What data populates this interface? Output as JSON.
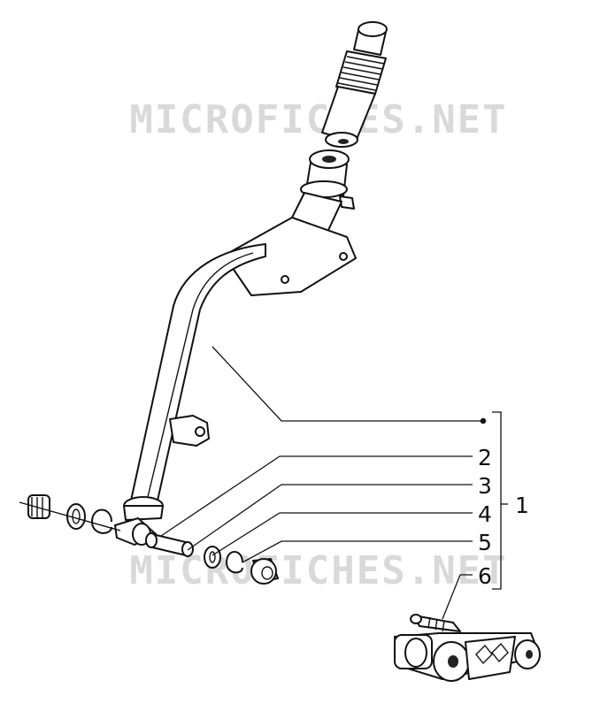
{
  "watermark": {
    "top_text": "MICROFICHES.NET",
    "bottom_text": "MICROFICHES.NET",
    "color": "#d9d9d9"
  },
  "callouts": [
    {
      "id": "1",
      "label": "1"
    },
    {
      "id": "2",
      "label": "2"
    },
    {
      "id": "3",
      "label": "3"
    },
    {
      "id": "4",
      "label": "4"
    },
    {
      "id": "5",
      "label": "5"
    },
    {
      "id": "6",
      "label": "6"
    }
  ],
  "colors": {
    "line": "#111111",
    "background": "#ffffff"
  }
}
